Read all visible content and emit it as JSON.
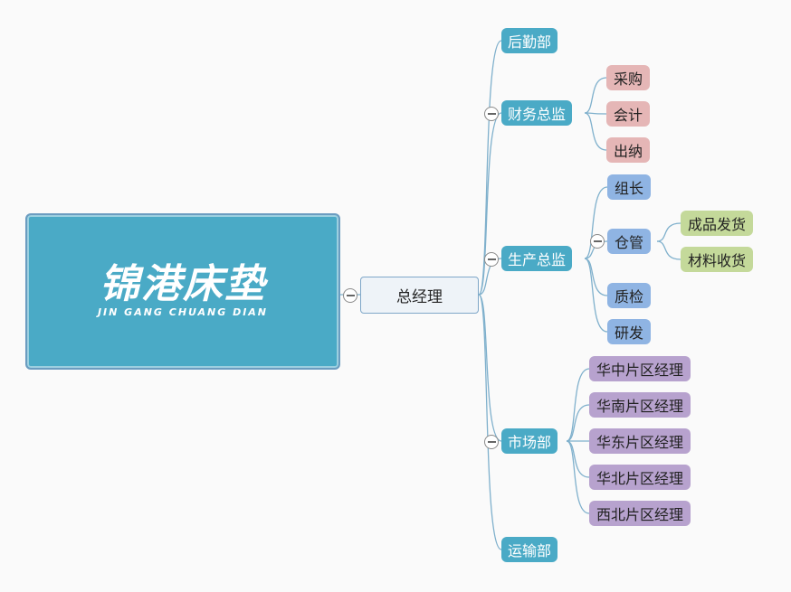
{
  "root": {
    "title": "锦港床垫",
    "subtitle": "JIN GANG CHUANG DIAN"
  },
  "manager": {
    "label": "总经理"
  },
  "departments": [
    {
      "label": "后勤部"
    },
    {
      "label": "财务总监",
      "children": [
        {
          "label": "采购"
        },
        {
          "label": "会计"
        },
        {
          "label": "出纳"
        }
      ]
    },
    {
      "label": "生产总监",
      "children": [
        {
          "label": "组长"
        },
        {
          "label": "仓管",
          "children": [
            {
              "label": "成品发货"
            },
            {
              "label": "材料收货"
            }
          ]
        },
        {
          "label": "质检"
        },
        {
          "label": "研发"
        }
      ]
    },
    {
      "label": "市场部",
      "children": [
        {
          "label": "华中片区经理"
        },
        {
          "label": "华南片区经理"
        },
        {
          "label": "华东片区经理"
        },
        {
          "label": "华北片区经理"
        },
        {
          "label": "西北片区经理"
        }
      ]
    },
    {
      "label": "运输部"
    }
  ],
  "colors": {
    "level1": "#4aaac6",
    "finance": "#e5b6b6",
    "production": "#8fb4e3",
    "warehouse": "#c4d99a",
    "market": "#b7a2ce",
    "link": "#7fb0cc"
  }
}
